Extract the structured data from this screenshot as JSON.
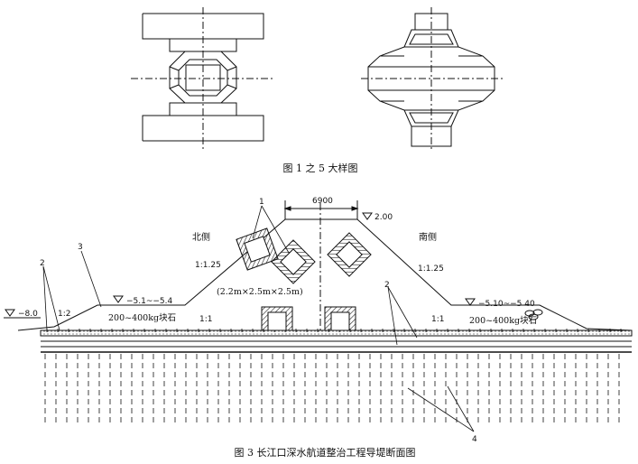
{
  "caption_top": "图 1 之 5 大样图",
  "caption_bottom": "图 3   长江口深水航道整治工程导堤断面图",
  "labels": {
    "north_side": "北侧",
    "south_side": "南侧",
    "crest_width": "6900",
    "crest_elev": "2.00",
    "slope_left_upper": "1:1.25",
    "slope_right_upper": "1:1.25",
    "slope_left_toe": "1:1",
    "slope_right_toe": "1:1",
    "slope_far_left": "1:2",
    "block_size": "(2.2m×2.5m×2.5m)",
    "berm_left_elev": "−5.1~−5.4",
    "berm_right_elev": "−5.10~−5 40",
    "seabed_elev": "−8.0",
    "stone_left": "200~400kg块石",
    "stone_right": "200~400kg块石",
    "callout_1": "1",
    "callout_2_left": "2",
    "callout_2_right": "2",
    "callout_3": "3",
    "callout_4": "4"
  },
  "colors": {
    "line": "#111111",
    "hatch": "#222222"
  }
}
